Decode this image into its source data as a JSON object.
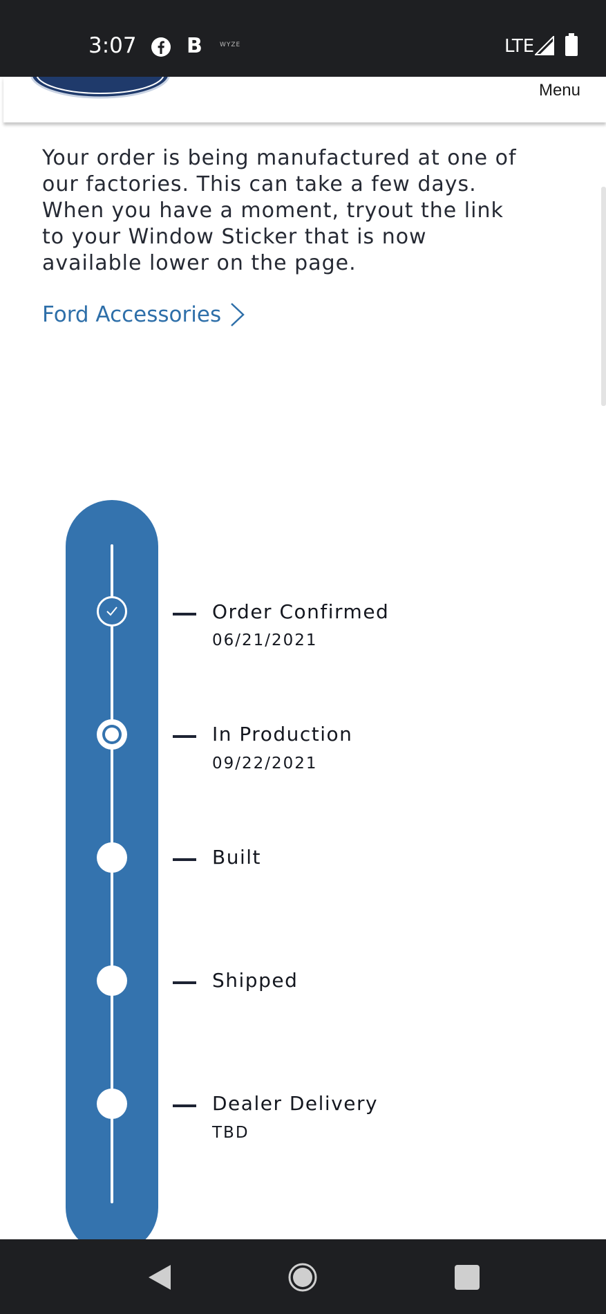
{
  "status_bar": {
    "time": "3:07",
    "icons": [
      "facebook-icon",
      "b-icon",
      "wyze-icon"
    ],
    "wyze_text": "WYZE",
    "b_text": "B",
    "network": "LTE",
    "signal_icon": "signal-icon",
    "battery_icon": "battery-icon"
  },
  "header": {
    "logo_icon": "ford-logo",
    "menu_label": "Menu"
  },
  "intro": {
    "text": "Your order is being manufactured at one of our factories. This can take a few days. When you have a moment, tryout the link to your Window Sticker that is now available lower on the page."
  },
  "accessories_link": {
    "label": "Ford Accessories",
    "icon": "chevron-right-icon"
  },
  "tracker": {
    "steps": [
      {
        "label": "Order Confirmed",
        "date": "06/21/2021",
        "status": "complete"
      },
      {
        "label": "In Production",
        "date": "09/22/2021",
        "status": "current"
      },
      {
        "label": "Built",
        "date": "",
        "status": "pending"
      },
      {
        "label": "Shipped",
        "date": "",
        "status": "pending"
      },
      {
        "label": "Dealer Delivery",
        "date": "TBD",
        "status": "pending"
      }
    ]
  },
  "colors": {
    "tracker_blue": "#3473ae",
    "link_blue": "#2e6fa9",
    "text_dark": "#252933",
    "system_bar": "#1e1f22"
  },
  "nav_bar": {
    "icons": [
      "back-icon",
      "home-icon",
      "recent-apps-icon"
    ]
  }
}
